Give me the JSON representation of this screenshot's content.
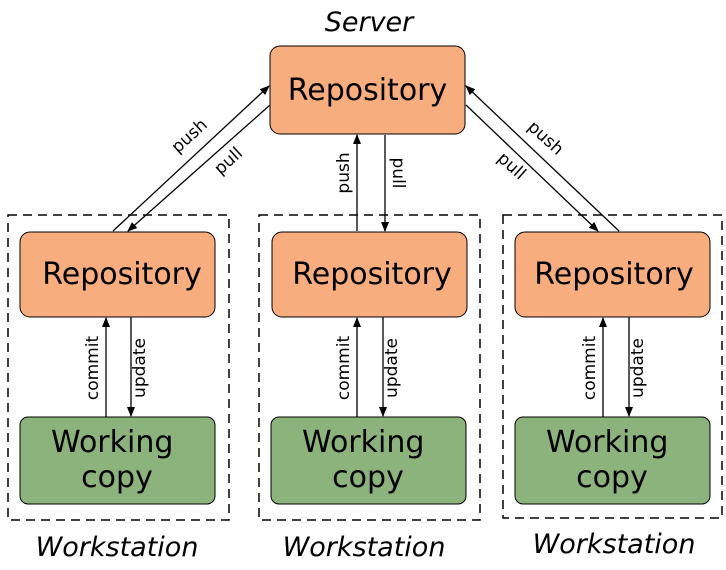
{
  "server": {
    "caption": "Server",
    "repository_label": "Repository"
  },
  "workstations": [
    {
      "caption": "Workstation",
      "repository_label": "Repository",
      "working_copy_label": [
        "Working",
        "copy"
      ],
      "commit_label": "commit",
      "update_label": "update",
      "push_label": "push",
      "pull_label": "pull"
    },
    {
      "caption": "Workstation",
      "repository_label": "Repository",
      "working_copy_label": [
        "Working",
        "copy"
      ],
      "commit_label": "commit",
      "update_label": "update",
      "push_label": "push",
      "pull_label": "pull"
    },
    {
      "caption": "Workstation",
      "repository_label": "Repository",
      "working_copy_label": [
        "Working",
        "copy"
      ],
      "commit_label": "commit",
      "update_label": "update",
      "push_label": "push",
      "pull_label": "pull"
    }
  ],
  "colors": {
    "repository_fill": "#F8AD7F",
    "working_copy_fill": "#8DB37D",
    "box_stroke": "#000000"
  }
}
